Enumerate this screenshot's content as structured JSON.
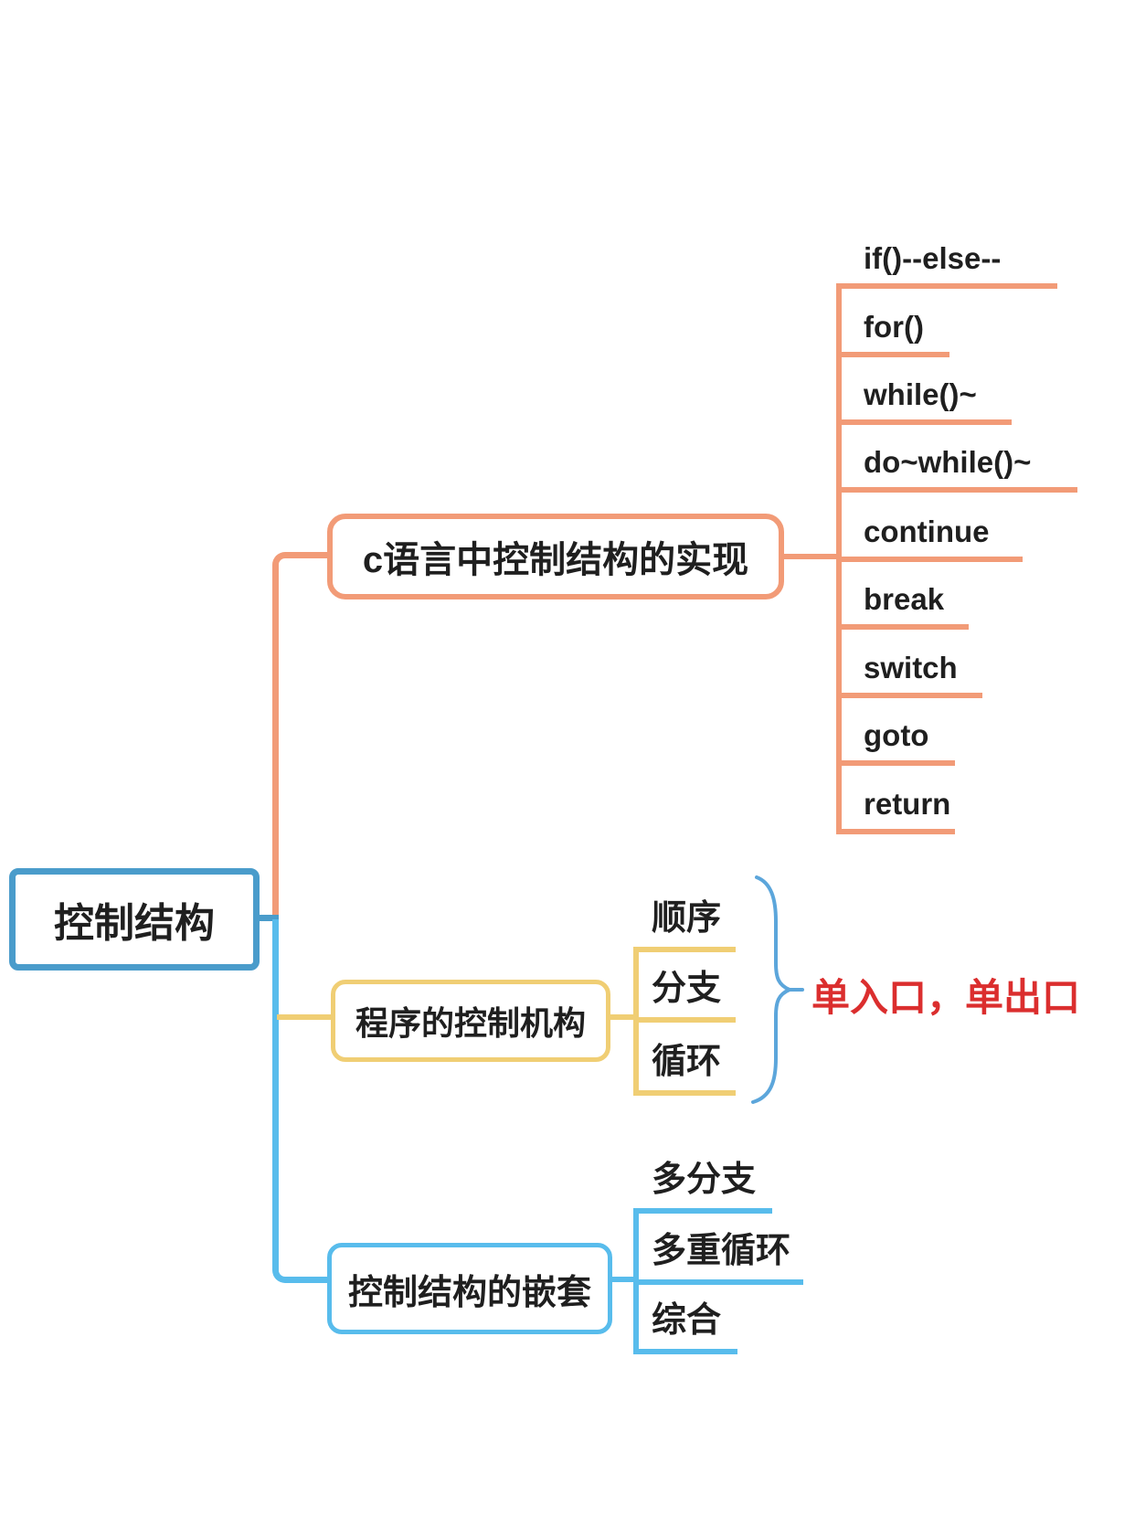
{
  "root": {
    "label": "控制结构",
    "color": "#4A9CCB"
  },
  "branches": [
    {
      "label": "c语言中控制结构的实现",
      "color": "#F29B77",
      "children": [
        {
          "label": "if()--else--"
        },
        {
          "label": "for()"
        },
        {
          "label": "while()~"
        },
        {
          "label": "do~while()~"
        },
        {
          "label": "continue"
        },
        {
          "label": "break"
        },
        {
          "label": "switch"
        },
        {
          "label": "goto"
        },
        {
          "label": "return"
        }
      ]
    },
    {
      "label": "程序的控制机构",
      "color": "#F0CE74",
      "children": [
        {
          "label": "顺序"
        },
        {
          "label": "分支"
        },
        {
          "label": "循环"
        }
      ],
      "annotation": {
        "label": "单入口，单出口",
        "color": "#DB2E2E",
        "brace_color": "#5CA6DB"
      }
    },
    {
      "label": "控制结构的嵌套",
      "color": "#58BCEC",
      "children": [
        {
          "label": "多分支"
        },
        {
          "label": "多重循环"
        },
        {
          "label": "综合"
        }
      ]
    }
  ]
}
